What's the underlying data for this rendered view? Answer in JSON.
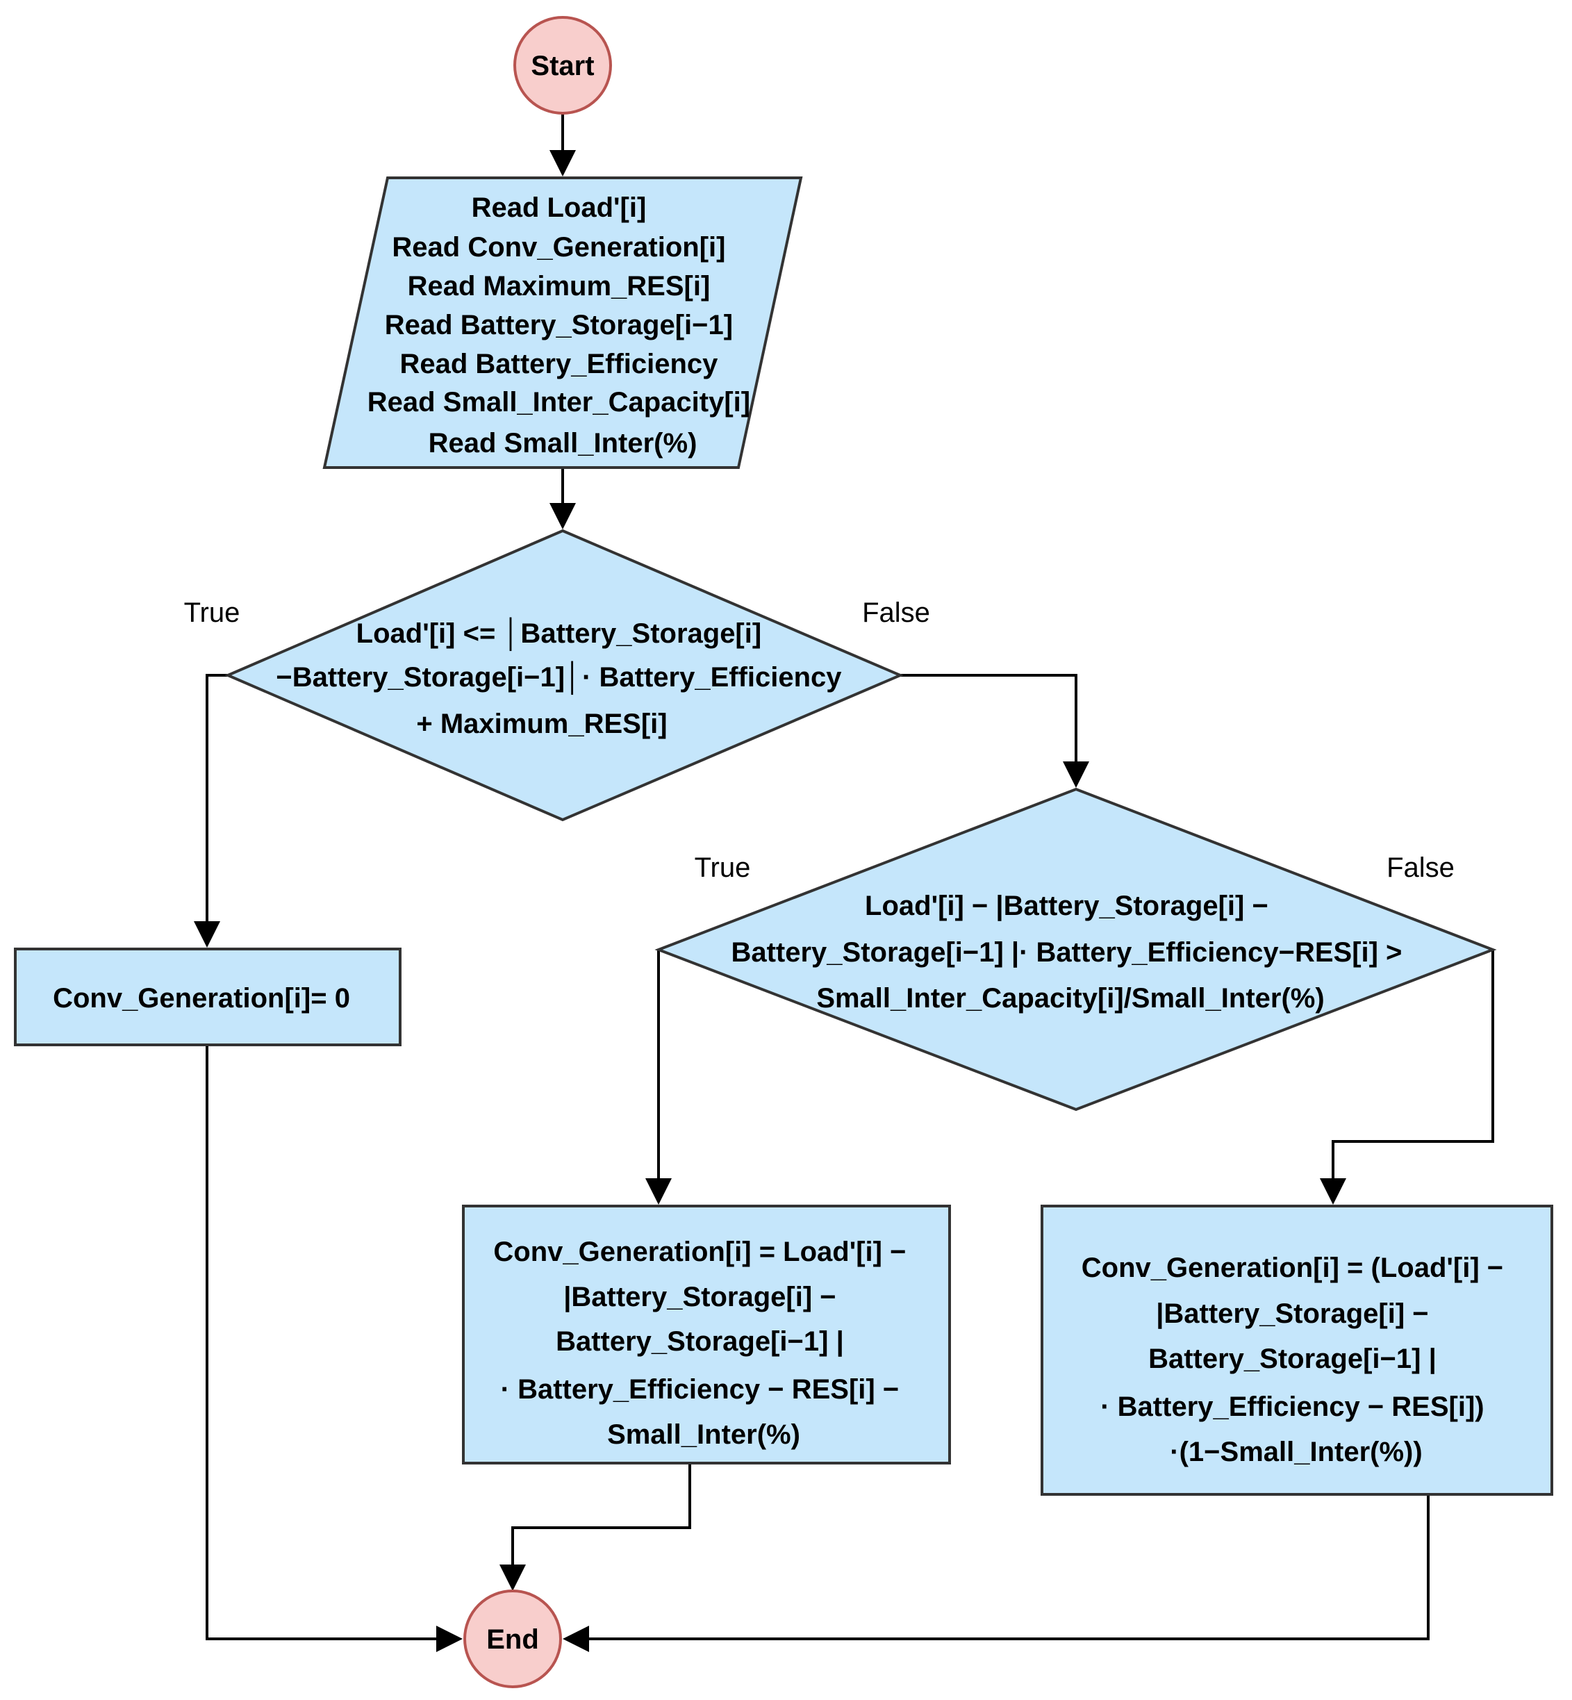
{
  "diagram": {
    "colors": {
      "terminal_fill": "#f8cecc",
      "terminal_stroke": "#b85450",
      "process_fill": "#c5e6fb",
      "stroke": "#333333",
      "edge": "#000000"
    },
    "start": {
      "label": "Start"
    },
    "input": {
      "lines": [
        "Read Load'[i]",
        "Read Conv_Generation[i]",
        "Read Maximum_RES[i]",
        "Read Battery_Storage[i−1]",
        "Read Battery_Efficiency",
        "Read Small_Inter_Capacity[i]",
        "Read Small_Inter(%)"
      ]
    },
    "decision1": {
      "lines": [
        "Load'[i] <= │Battery_Storage[i]",
        "−Battery_Storage[i−1]│· Battery_Efficiency",
        "+ Maximum_RES[i]"
      ],
      "true_label": "True",
      "false_label": "False"
    },
    "process_zero": {
      "lines": [
        "Conv_Generation[i]= 0"
      ]
    },
    "decision2": {
      "lines": [
        "Load'[i] − |Battery_Storage[i] −",
        "Battery_Storage[i−1] |· Battery_Efficiency−RES[i] >",
        "Small_Inter_Capacity[i]/Small_Inter(%)"
      ],
      "true_label": "True",
      "false_label": "False"
    },
    "process_true": {
      "lines": [
        "Conv_Generation[i] = Load'[i] −",
        "|Battery_Storage[i] −",
        "Battery_Storage[i−1] |",
        "· Battery_Efficiency − RES[i] −",
        "Small_Inter(%)"
      ]
    },
    "process_false": {
      "lines": [
        "Conv_Generation[i] = (Load'[i] −",
        "|Battery_Storage[i] −",
        "Battery_Storage[i−1] |",
        "· Battery_Efficiency − RES[i])",
        "·(1−Small_Inter(%))"
      ]
    },
    "end": {
      "label": "End"
    }
  }
}
